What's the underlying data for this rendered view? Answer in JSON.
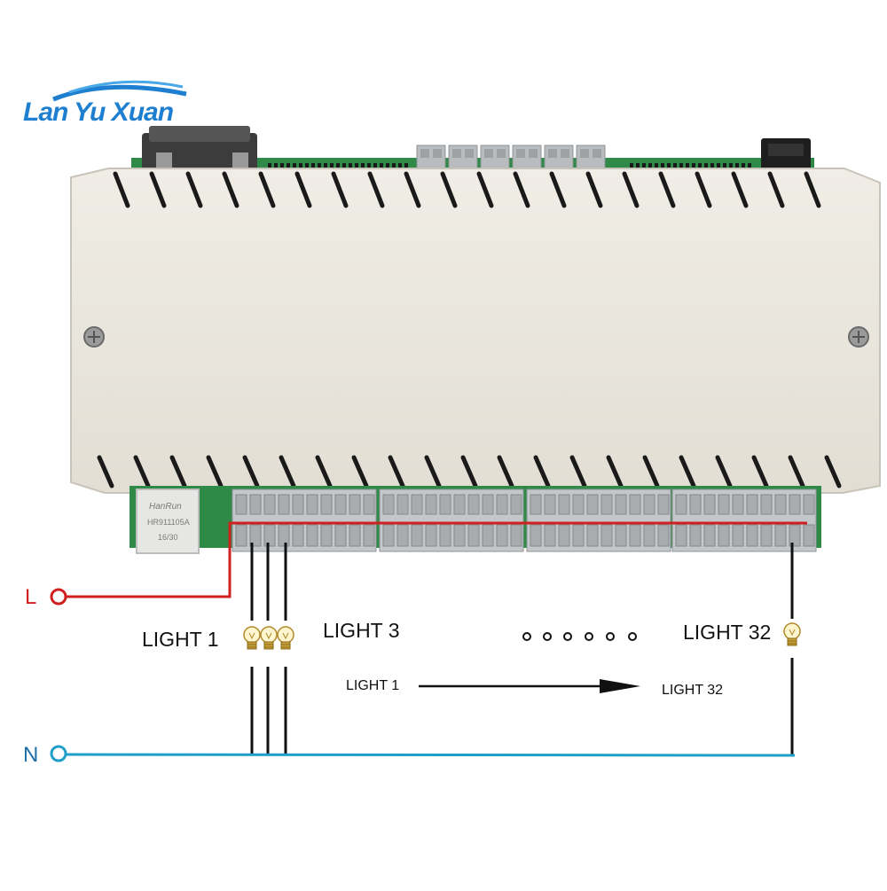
{
  "brand": {
    "logo_text": "Lan Yu Xuan"
  },
  "jack": {
    "brand": "HanRun",
    "part": "HR911105A",
    "date": "16/30"
  },
  "wiring": {
    "live_label": "L",
    "neutral_label": "N",
    "light_first": "LIGHT 1",
    "light_third": "LIGHT 3",
    "light_last": "LIGHT 32",
    "sequence_from": "LIGHT 1",
    "sequence_to": "LIGHT 32"
  },
  "colors": {
    "live_wire": "#d01f1f",
    "neutral_wire": "#1f9fc8",
    "load_wire": "#111111",
    "enclosure": "#eae6dd",
    "terminal": "#b9bcbf",
    "pcb": "#2f8a48",
    "logo": "#1e7fd0"
  }
}
